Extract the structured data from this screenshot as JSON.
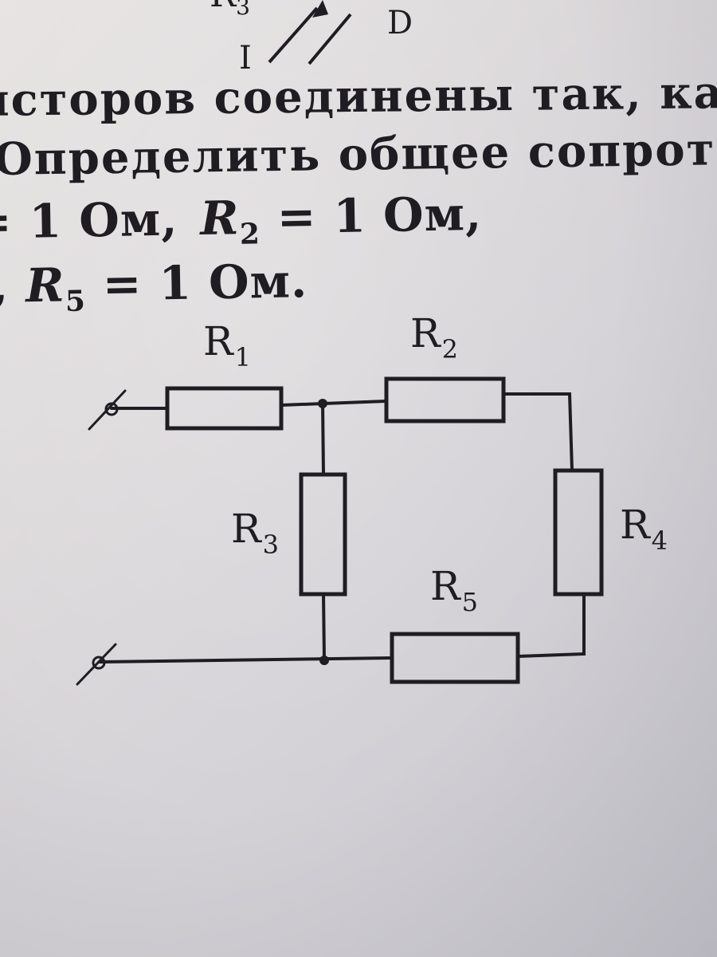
{
  "top_fragment": {
    "label_r3_partial": "R",
    "label_r3_sub": "3",
    "label_d": "D",
    "label_i": "I"
  },
  "text": {
    "line1": "исторов соединены так, ка",
    "line2": "Определить общее сопрот",
    "line3_eq1": "= 1 Ом,",
    "line3_r": "R",
    "line3_sub": "2",
    "line3_eq2": "= 1 Ом,",
    "line4_lead": ",",
    "line4_r": "R",
    "line4_sub": "5",
    "line4_eq": "= 1 Ом."
  },
  "circuit": {
    "resistors": [
      {
        "id": "r1",
        "letter": "R",
        "index": "1"
      },
      {
        "id": "r2",
        "letter": "R",
        "index": "2"
      },
      {
        "id": "r3",
        "letter": "R",
        "index": "3"
      },
      {
        "id": "r4",
        "letter": "R",
        "index": "4"
      },
      {
        "id": "r5",
        "letter": "R",
        "index": "5"
      }
    ]
  },
  "colors": {
    "ink": "#1f1d22",
    "paper": "#dcd9db"
  }
}
